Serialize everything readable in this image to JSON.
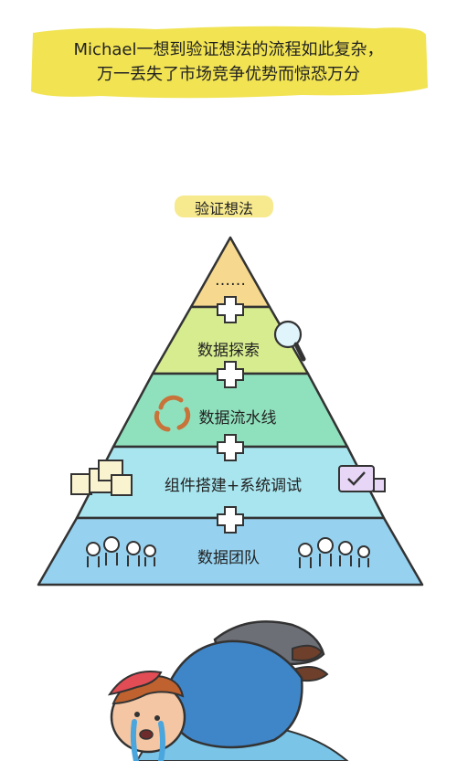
{
  "banner": {
    "line1": "Michael一想到验证想法的流程如此复杂，",
    "line2": "万一丢失了市场竞争优势而惊恐万分",
    "color": "#f1e352"
  },
  "pyramid": {
    "title": "验证想法",
    "tiers": [
      {
        "label": "……",
        "color": "#f6d98f"
      },
      {
        "label": "数据探索",
        "color": "#d6ec8f"
      },
      {
        "label": "数据流水线",
        "color": "#8fe1bd"
      },
      {
        "label": "组件搭建+系统调试",
        "color": "#a8e5ef"
      },
      {
        "label": "数据团队",
        "color": "#96d2f0"
      }
    ]
  },
  "icons": [
    "magnifier-icon",
    "recycle-icon",
    "cubes-icon",
    "checkbox-icon",
    "team-people-icon"
  ]
}
